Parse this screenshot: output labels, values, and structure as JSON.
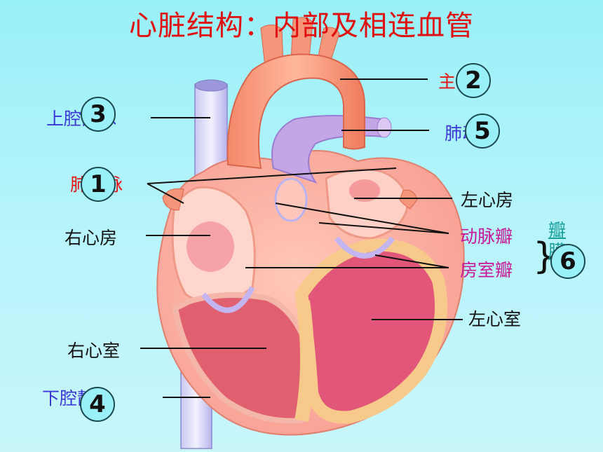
{
  "title": "心脏结构：内部及相连血管",
  "labels": {
    "aorta": "主动脉",
    "pulmonary_artery": "肺动脉",
    "superior_vena_cava": "上腔静脉",
    "pulmonary_vein": "肺静脉",
    "left_atrium": "左心房",
    "right_atrium": "右心房",
    "arterial_valve": "动脉瓣",
    "av_valve": "房室瓣",
    "valve": "瓣膜",
    "left_ventricle": "左心室",
    "right_ventricle": "右心室",
    "inferior_vena_cava": "下腔静脉"
  },
  "badges": {
    "b1": "1",
    "b2": "2",
    "b3": "3",
    "b4": "4",
    "b5": "5",
    "b6": "6"
  },
  "colors": {
    "title": "#e01010",
    "artery_label": "#e51515",
    "vein_label": "#3a36d6",
    "valve_label": "#c8179a",
    "valve_group_label": "#1aa19a",
    "background": "#a8f2f9"
  }
}
